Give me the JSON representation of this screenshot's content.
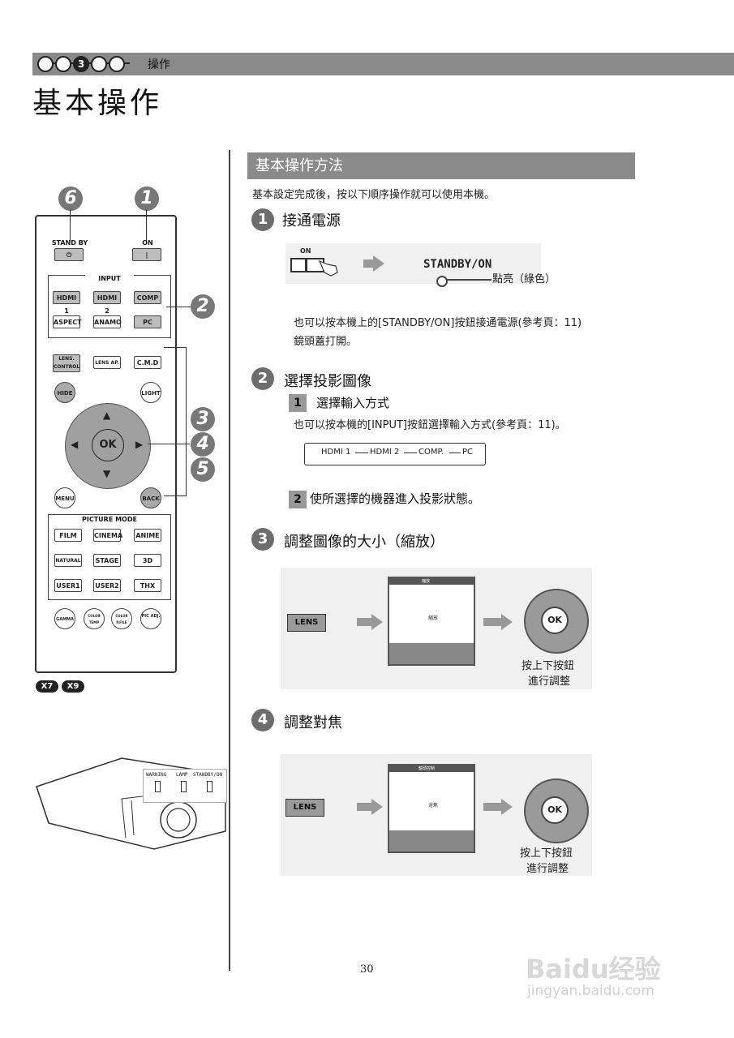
{
  "header": {
    "chapter_dots": [
      "",
      "",
      "3",
      "",
      ""
    ],
    "chapter_label": "操作",
    "page_title": "基本操作"
  },
  "section": {
    "title": "基本操作方法",
    "intro": "基本設定完成後，按以下順序操作就可以使用本機。"
  },
  "steps": [
    {
      "num": "1",
      "title": "接通電源"
    },
    {
      "num": "2",
      "title": "選擇投影圖像"
    },
    {
      "num": "3",
      "title": "調整圖像的大小（縮放）"
    },
    {
      "num": "4",
      "title": "調整對焦"
    }
  ],
  "step1": {
    "on_label": "ON",
    "standby_label": "STANDBY/ON",
    "light_text": "點亮（綠色）",
    "note1": "也可以按本機上的[STANDBY/ON]按鈕接通電源(參考頁：11)",
    "note2": "鏡頭蓋打開。"
  },
  "step2": {
    "sub1_num": "1",
    "sub1_title": "選擇輸入方式",
    "sub1_note": "也可以按本機的[INPUT]按鈕選擇輸入方式(參考頁：11)。",
    "input_cycle": [
      "HDMI 1",
      "HDMI 2",
      "COMP.",
      "PC"
    ],
    "sub2_num": "2",
    "sub2_title": "使所選擇的機器進入投影狀態。"
  },
  "step3": {
    "lens_label": "LENS",
    "screen_center": "縮放",
    "screen_top": "縮放",
    "ok_label": "OK",
    "hint_line1": "按上下按鈕",
    "hint_line2": "進行調整"
  },
  "step4": {
    "lens_label": "LENS",
    "screen_center": "对焦",
    "screen_top": "鏡頭控制",
    "ok_label": "OK",
    "hint_line1": "按上下按鈕",
    "hint_line2": "進行調整"
  },
  "remote": {
    "callouts": [
      "6",
      "1",
      "2",
      "3",
      "4",
      "5"
    ],
    "standby_label": "STAND BY",
    "on_label": "ON",
    "input_label": "INPUT",
    "input_buttons": [
      "HDMI 1",
      "HDMI 2",
      "COMP",
      "PC"
    ],
    "aspect": "ASPECT",
    "anamo": "ANAMO",
    "lens_control": "LENS. CONTROL",
    "lens_ap": "LENS AP.",
    "cmd": "C.M.D",
    "hide": "HIDE",
    "light": "LIGHT",
    "ok": "OK",
    "menu": "MENU",
    "back": "BACK",
    "picture_mode_label": "PICTURE MODE",
    "picture_modes": [
      "FILM",
      "CINEMA",
      "ANIME",
      "NATURAL",
      "STAGE",
      "3D",
      "USER1",
      "USER2",
      "THX"
    ],
    "bottom_buttons": [
      "GAMMA",
      "COLOR TEMP",
      "COLOR P.FILE",
      "PIC ADJ."
    ],
    "models": [
      "X7",
      "X9"
    ]
  },
  "projector": {
    "indicators": [
      "WARNING",
      "LAMP",
      "STANDBY/ON"
    ]
  },
  "footer": {
    "page_number": "30",
    "watermark_brand": "Baidu经验",
    "watermark_url": "jingyan.baidu.com"
  }
}
